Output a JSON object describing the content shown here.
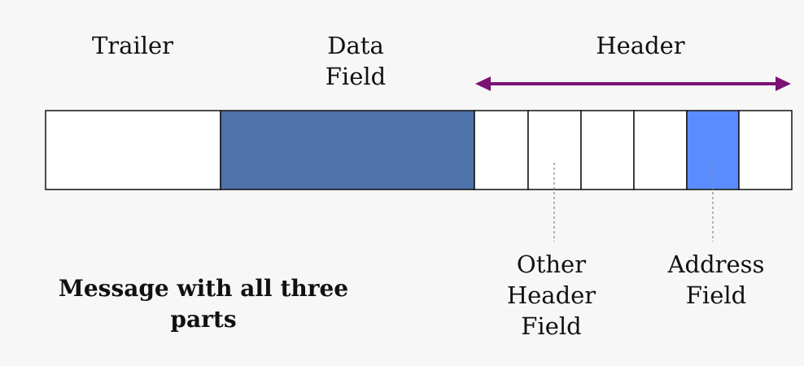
{
  "labels": {
    "trailer": "Trailer",
    "data_field": "Data\nField",
    "header": "Header",
    "other_header_field": "Other\nHeader\nField",
    "address_field": "Address\nField"
  },
  "caption": "Message with all three\nparts",
  "colors": {
    "background": "#f7f7f7",
    "data_field_fill": "#4e72aa",
    "address_field_fill": "#5a8cff",
    "header_arrow": "#7b1273",
    "box_stroke": "#111111",
    "pointer_line": "#7f8fa6"
  }
}
